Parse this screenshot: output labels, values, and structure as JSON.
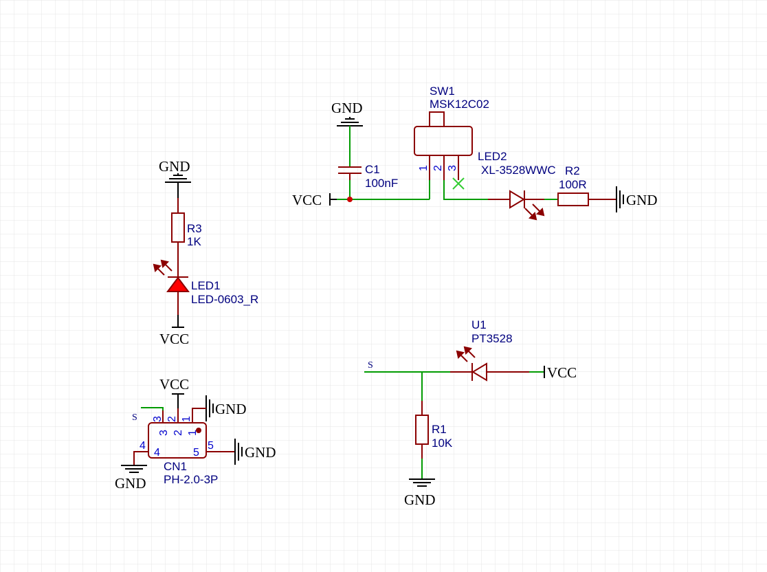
{
  "colors": {
    "background": "#ffffff",
    "grid": "#e4e4e4",
    "wire": "#009b00",
    "part": "#8b0000",
    "led_fill": "#ff0000",
    "label": "#00007f",
    "pin_number": "#0000cc",
    "power": "#000000",
    "no_connect": "#33cc33"
  },
  "nets": {
    "gnd": "GND",
    "vcc": "VCC",
    "s": "S"
  },
  "components": {
    "sw1": {
      "ref": "SW1",
      "value": "MSK12C02",
      "pins": [
        "1",
        "2",
        "3"
      ]
    },
    "c1": {
      "ref": "C1",
      "value": "100nF"
    },
    "led2": {
      "ref": "LED2",
      "value": "XL-3528WWC"
    },
    "r2": {
      "ref": "R2",
      "value": "100R"
    },
    "r3": {
      "ref": "R3",
      "value": "1K"
    },
    "led1": {
      "ref": "LED1",
      "value": "LED-0603_R"
    },
    "cn1": {
      "ref": "CN1",
      "value": "PH-2.0-3P",
      "pins": [
        "3",
        "2",
        "1",
        "4",
        "5"
      ]
    },
    "u1": {
      "ref": "U1",
      "value": "PT3528"
    },
    "r1": {
      "ref": "R1",
      "value": "10K"
    }
  }
}
